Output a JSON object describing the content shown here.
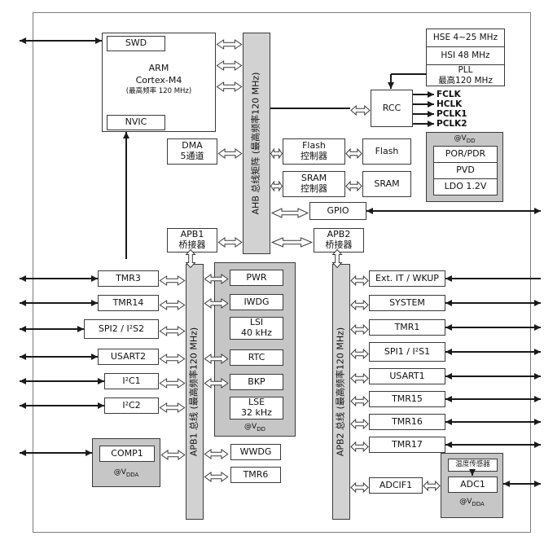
{
  "cpu": {
    "swd": "SWD",
    "nvic": "NVIC",
    "line1": "ARM",
    "line2": "Cortex-M4",
    "line3": "(最高频率 120 MHz)"
  },
  "buses": {
    "ahb": "AHB 总线矩阵 (最高频率120 MHz)",
    "apb1": "APB1 总线 (最高频率120 MHz)",
    "apb2": "APB2 总线 (最高频率120 MHz)"
  },
  "clocks": {
    "hse": "HSE 4~25 MHz",
    "hsi": "HSI 48 MHz",
    "pll_line1": "PLL",
    "pll_line2": "最高120 MHz"
  },
  "rcc": {
    "label": "RCC",
    "outputs": [
      "FCLK",
      "HCLK",
      "PCLK1",
      "PCLK2"
    ]
  },
  "power": {
    "supply_prefix": "@V",
    "supply_sub": "DD",
    "items": [
      "POR/PDR",
      "PVD",
      "LDO 1.2V"
    ]
  },
  "system_blocks": {
    "dma_line1": "DMA",
    "dma_line2": "5通道",
    "flash_ctrl_line1": "Flash",
    "flash_ctrl_line2": "控制器",
    "flash": "Flash",
    "sram_ctrl_line1": "SRAM",
    "sram_ctrl_line2": "控制器",
    "sram": "SRAM",
    "gpio": "GPIO"
  },
  "bridges": {
    "apb1_line1": "APB1",
    "apb1_line2": "桥接器",
    "apb2_line1": "APB2",
    "apb2_line2": "桥接器"
  },
  "apb1_peripherals": [
    "TMR3",
    "TMR14",
    "SPI2 / I²S2",
    "USART2",
    "I²C1",
    "I²C2"
  ],
  "comp": {
    "label": "COMP1",
    "supply_prefix": "@V",
    "supply_sub": "DDA"
  },
  "backup_domain": {
    "pwr": "PWR",
    "iwdg": "IWDG",
    "lsi_line1": "LSI",
    "lsi_line2": "40 kHz",
    "rtc": "RTC",
    "bkp": "BKP",
    "lse_line1": "LSE",
    "lse_line2": "32 kHz",
    "supply_prefix": "@V",
    "supply_sub": "DD"
  },
  "apb1_extra": {
    "wwdg": "WWDG",
    "tmr6": "TMR6"
  },
  "apb2_peripherals": [
    "Ext. IT / WKUP",
    "SYSTEM",
    "TMR1",
    "SPI1 / I²S1",
    "USART1",
    "TMR15",
    "TMR16",
    "TMR17",
    "ADCIF1"
  ],
  "adc": {
    "temp_sensor": "温度传感器",
    "adc1": "ADC1",
    "supply_prefix": "@V",
    "supply_sub": "DDA"
  }
}
